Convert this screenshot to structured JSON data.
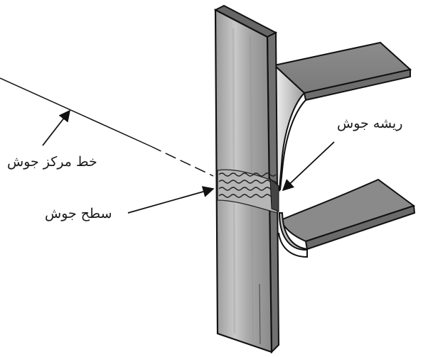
{
  "labels": {
    "weld_root": "ریشه جوش",
    "weld_center_line": "خط مرکز جوش",
    "weld_face": "سطح جوش"
  },
  "colors": {
    "plate_face": "#8f8f8f",
    "plate_top": "#6a6a6a",
    "plate_side": "#6f6f6f",
    "outline": "#111111",
    "weld_bead": "#bdbdbd"
  }
}
